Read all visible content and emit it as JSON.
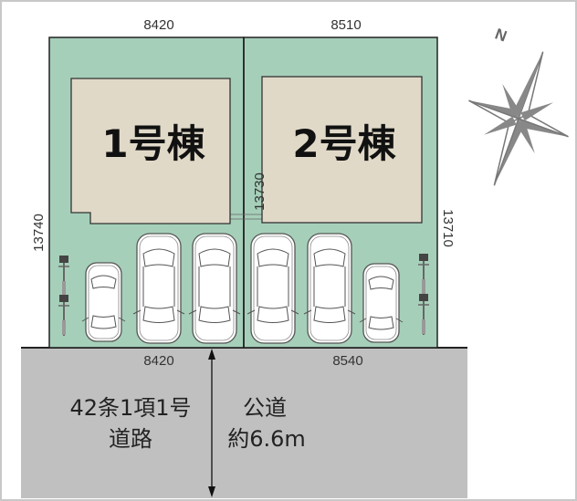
{
  "dimensions": {
    "top_left": "8420",
    "top_right": "8510",
    "left": "13740",
    "middle": "13730",
    "right": "13710",
    "bottom_left": "8420",
    "bottom_right": "8540"
  },
  "buildings": [
    {
      "label": "1号棟"
    },
    {
      "label": "2号棟"
    }
  ],
  "road": {
    "type_line1": "42条1項1号",
    "type_line2": "道路",
    "name": "公道",
    "width": "約6.6m"
  },
  "compass": {
    "north_label": "N"
  },
  "colors": {
    "lot": "#a6cfb9",
    "building": "#e1d9c8",
    "road": "#c0c0c0",
    "compass": "#808080"
  }
}
